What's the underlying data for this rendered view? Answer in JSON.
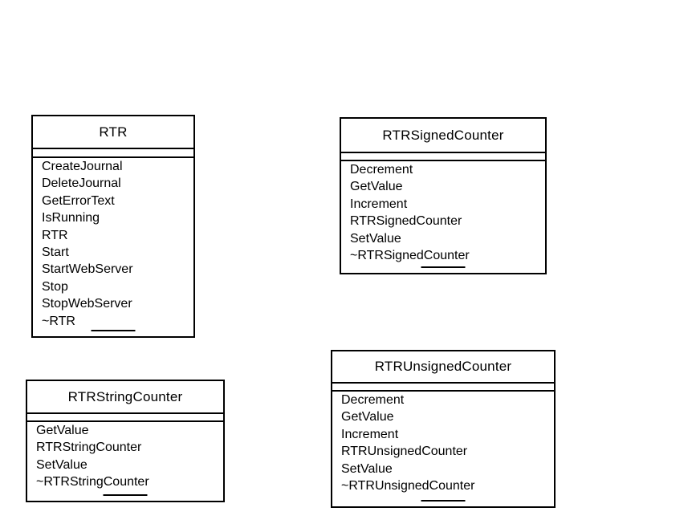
{
  "diagram": {
    "colors": {
      "background": "#ffffff",
      "border": "#000000",
      "text": "#000000"
    },
    "classes": [
      {
        "name": "RTR",
        "methods": [
          "CreateJournal",
          "DeleteJournal",
          "GetErrorText",
          "IsRunning",
          "RTR",
          "Start",
          "StartWebServer",
          "Stop",
          "StopWebServer",
          "~RTR"
        ]
      },
      {
        "name": "RTRSignedCounter",
        "methods": [
          "Decrement",
          "GetValue",
          "Increment",
          "RTRSignedCounter",
          "SetValue",
          "~RTRSignedCounter"
        ]
      },
      {
        "name": "RTRStringCounter",
        "methods": [
          "GetValue",
          "RTRStringCounter",
          "SetValue",
          "~RTRStringCounter"
        ]
      },
      {
        "name": "RTRUnsignedCounter",
        "methods": [
          "Decrement",
          "GetValue",
          "Increment",
          "RTRUnsignedCounter",
          "SetValue",
          "~RTRUnsignedCounter"
        ]
      }
    ]
  }
}
